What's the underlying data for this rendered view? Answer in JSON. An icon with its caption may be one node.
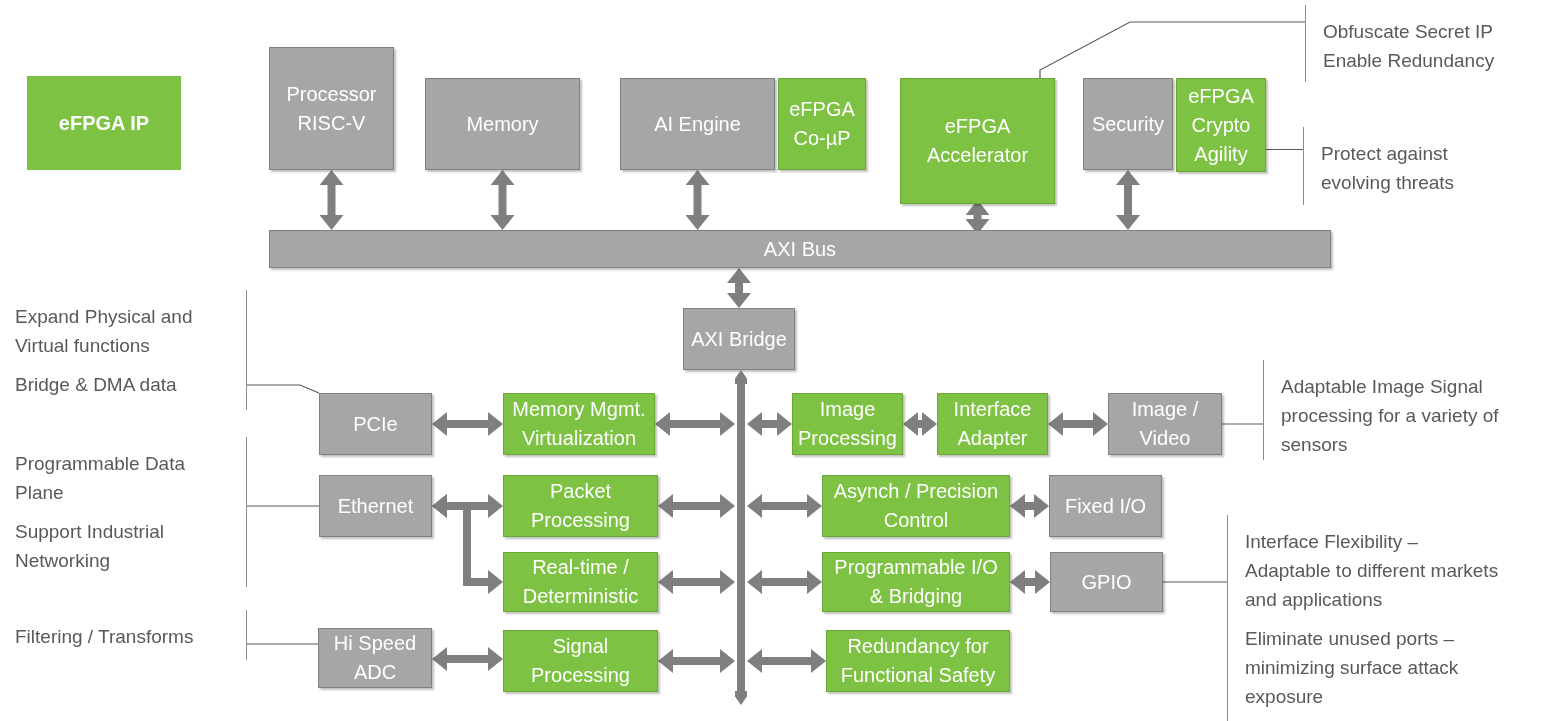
{
  "diagram": {
    "nodes": [
      {
        "text": [
          "eFPGA IP"
        ]
      },
      {
        "text": [
          "Processor RISC-V"
        ]
      },
      {
        "text": [
          "Memory"
        ]
      },
      {
        "text": [
          "AI Engine"
        ]
      },
      {
        "text": [
          "eFPGA Co-µP"
        ]
      },
      {
        "text": [
          "eFPGA Accelerator"
        ]
      },
      {
        "text": [
          "Security"
        ]
      },
      {
        "text": [
          "eFPGA Crypto Agility"
        ]
      },
      {
        "text": [
          "AXI Bus"
        ]
      },
      {
        "text": [
          "AXI Bridge"
        ]
      },
      {
        "text": [],
        "shape": "bar"
      },
      {
        "text": [
          "PCIe"
        ]
      },
      {
        "text": [
          "Memory Mgmt. Virtualization"
        ]
      },
      {
        "text": [
          "Image Processing"
        ]
      },
      {
        "text": [
          "Interface Adapter"
        ]
      },
      {
        "text": [
          "Image / Video"
        ]
      },
      {
        "text": [
          "Ethernet"
        ]
      },
      {
        "text": [
          "Packet Processing"
        ]
      },
      {
        "text": [
          "Asynch / Precision Control"
        ]
      },
      {
        "text": [
          "Fixed I/O"
        ]
      },
      {
        "text": [
          "Real-time / Deterministic"
        ]
      },
      {
        "text": [
          "Programmable I/O & Bridging"
        ]
      },
      {
        "text": [
          "GPIO"
        ]
      },
      {
        "text": [
          "Hi Speed ADC"
        ]
      },
      {
        "text": [
          "Signal Processing"
        ]
      },
      {
        "text": [
          "Redundancy for Functional Safety"
        ]
      },
      {
        "text": [
          "Obfuscate Secret IP",
          "Enable Redundancy"
        ]
      },
      {
        "text": [
          "Protect against evolving threats"
        ]
      },
      {
        "text": [
          "Expand Physical and Virtual functions",
          "Bridge & DMA data"
        ]
      },
      {
        "text": [
          "Programmable Data Plane",
          "Support Industrial Networking"
        ]
      },
      {
        "text": [
          "Filtering / Transforms"
        ]
      },
      {
        "text": [
          "Adaptable Image Signal processing for a variety of sensors"
        ]
      },
      {
        "text": [
          "Interface Flexibility – Adaptable to different markets and applications",
          "Eliminate unused ports – minimizing surface attack exposure"
        ]
      }
    ],
    "edges": [
      {
        "from": 1,
        "to": 8,
        "arrow": "both"
      },
      {
        "from": 2,
        "to": 8,
        "arrow": "both"
      },
      {
        "from": 3,
        "to": 8,
        "arrow": "both"
      },
      {
        "from": 5,
        "to": 8,
        "arrow": "both"
      },
      {
        "from": 6,
        "to": 8,
        "arrow": "both"
      },
      {
        "from": 8,
        "to": 9,
        "arrow": "both"
      },
      {
        "from": 11,
        "to": 12,
        "arrow": "both"
      },
      {
        "from": 12,
        "to": 10,
        "arrow": "both"
      },
      {
        "from": 10,
        "to": 13,
        "arrow": "both"
      },
      {
        "from": 13,
        "to": 14,
        "arrow": "both"
      },
      {
        "from": 14,
        "to": 15,
        "arrow": "both"
      },
      {
        "from": 16,
        "to": 17,
        "arrow": "both"
      },
      {
        "from": 16,
        "to": 20,
        "arrow": "both"
      },
      {
        "from": 17,
        "to": 10,
        "arrow": "both"
      },
      {
        "from": 10,
        "to": 18,
        "arrow": "both"
      },
      {
        "from": 18,
        "to": 19,
        "arrow": "both"
      },
      {
        "from": 20,
        "to": 10,
        "arrow": "both"
      },
      {
        "from": 10,
        "to": 21,
        "arrow": "both"
      },
      {
        "from": 21,
        "to": 22,
        "arrow": "both"
      },
      {
        "from": 23,
        "to": 24,
        "arrow": "both"
      },
      {
        "from": 24,
        "to": 10,
        "arrow": "both"
      },
      {
        "from": 10,
        "to": 25,
        "arrow": "both"
      },
      {
        "from": 26,
        "to": 5,
        "arrow": "none",
        "color": "#595959"
      },
      {
        "from": 27,
        "to": 7,
        "arrow": "none",
        "color": "#595959"
      },
      {
        "from": 28,
        "to": 11,
        "arrow": "none",
        "color": "#595959"
      },
      {
        "from": 29,
        "to": 16,
        "arrow": "none",
        "color": "#595959"
      },
      {
        "from": 30,
        "to": 23,
        "arrow": "none",
        "color": "#595959"
      },
      {
        "from": 31,
        "to": 15,
        "arrow": "none",
        "color": "#595959"
      },
      {
        "from": 32,
        "to": 22,
        "arrow": "none",
        "color": "#595959"
      }
    ]
  }
}
